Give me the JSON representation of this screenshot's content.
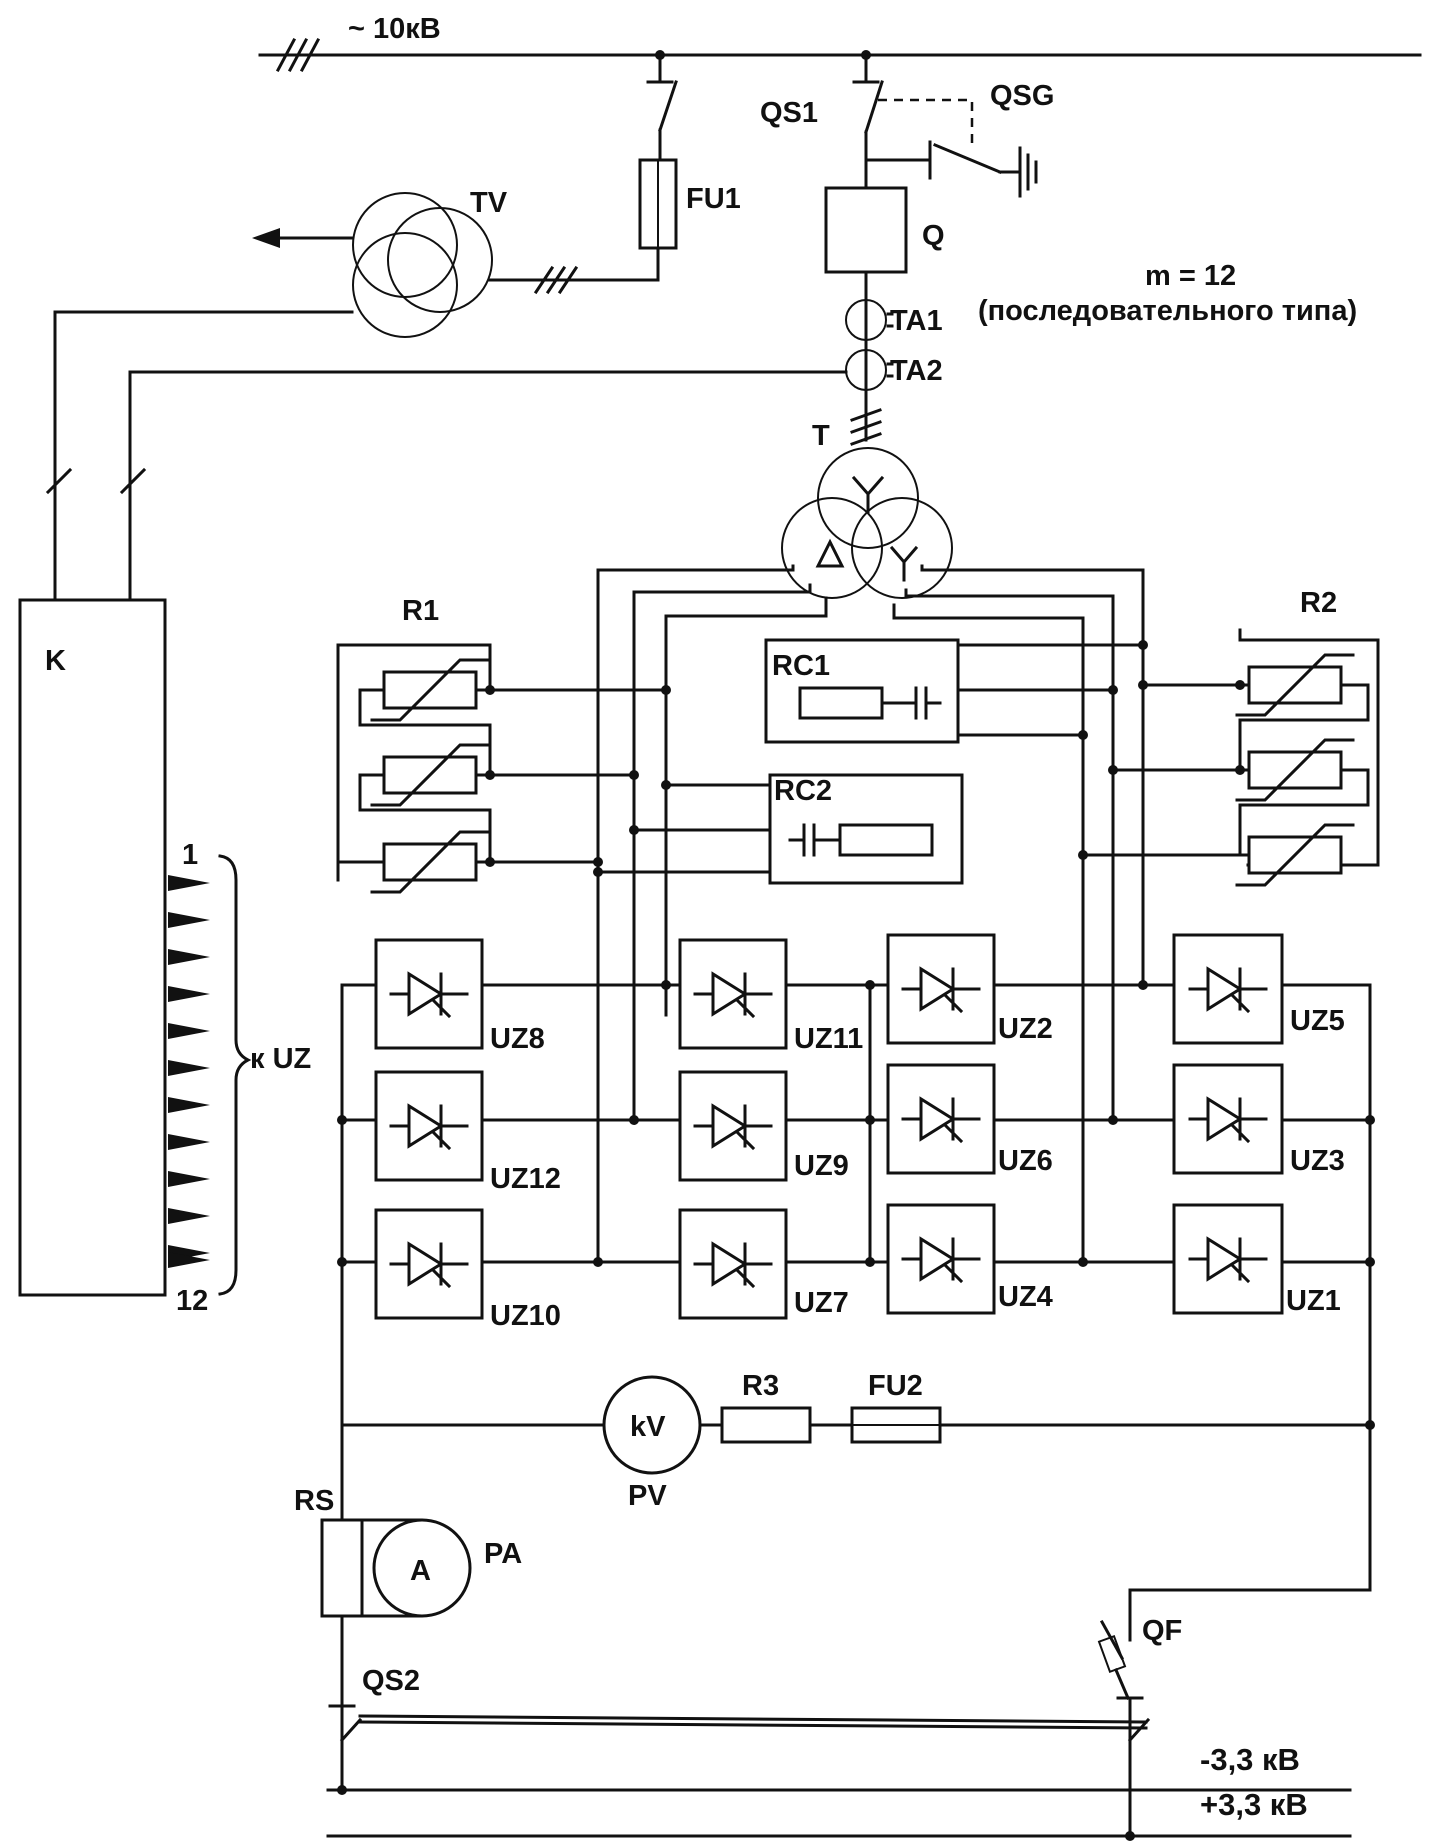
{
  "labels": {
    "supply": "~ 10кВ",
    "qs1": "QS1",
    "qsg": "QSG",
    "fu1": "FU1",
    "tv": "TV",
    "q": "Q",
    "ta1": "TA1",
    "ta2": "TA2",
    "t": "T",
    "m_value": "m = 12",
    "m_type": "(последовательного типа)",
    "k": "K",
    "r1": "R1",
    "r2": "R2",
    "rc1": "RC1",
    "rc2": "RC2",
    "k_uz": "к UZ",
    "ch_first": "1",
    "ch_last": "12",
    "r3": "R3",
    "fu2": "FU2",
    "kv": "kV",
    "pv": "PV",
    "rs": "RS",
    "a": "A",
    "pa": "PA",
    "qf": "QF",
    "qs2": "QS2",
    "minus_bus": "-3,3 кВ",
    "plus_bus": "+3,3 кВ"
  },
  "thyristors": [
    {
      "id": "uz8",
      "label": "UZ8"
    },
    {
      "id": "uz12",
      "label": "UZ12"
    },
    {
      "id": "uz10",
      "label": "UZ10"
    },
    {
      "id": "uz11",
      "label": "UZ11"
    },
    {
      "id": "uz9",
      "label": "UZ9"
    },
    {
      "id": "uz7",
      "label": "UZ7"
    },
    {
      "id": "uz2",
      "label": "UZ2"
    },
    {
      "id": "uz6",
      "label": "UZ6"
    },
    {
      "id": "uz4",
      "label": "UZ4"
    },
    {
      "id": "uz5",
      "label": "UZ5"
    },
    {
      "id": "uz3",
      "label": "UZ3"
    },
    {
      "id": "uz1",
      "label": "UZ1"
    }
  ]
}
